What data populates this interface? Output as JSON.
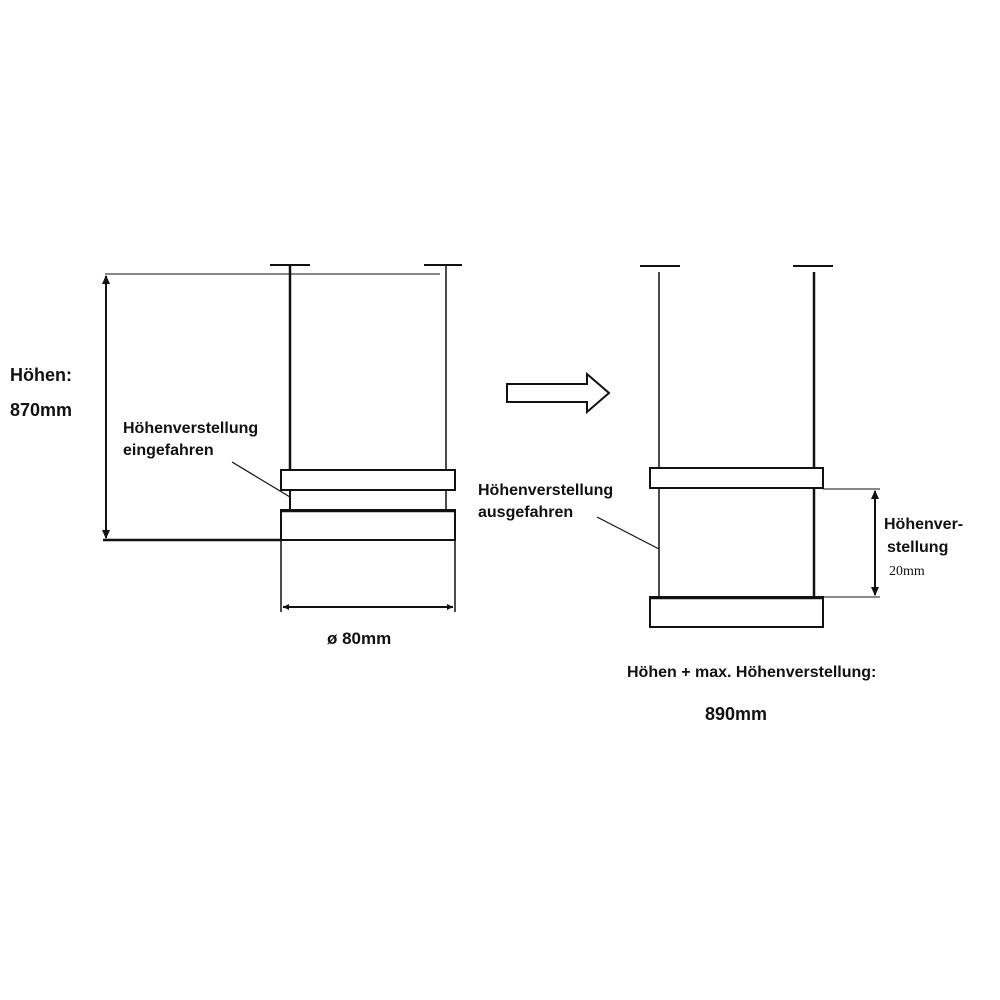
{
  "left_view": {
    "height_label": "Höhen:",
    "height_value": "870mm",
    "adjust_label_line1": "Höhenverstellung",
    "adjust_label_line2": "eingefahren",
    "diameter": "ø 80mm"
  },
  "right_view": {
    "adjust_label_line1": "Höhenverstellung",
    "adjust_label_line2": "ausgefahren",
    "adjust_side_line1": "Höhenver-",
    "adjust_side_line2": "stellung",
    "adjust_amount": "20mm",
    "total_label": "Höhen + max. Höhenverstellung:",
    "total_value": "890mm"
  },
  "arrow_icon": "right-arrow-icon"
}
